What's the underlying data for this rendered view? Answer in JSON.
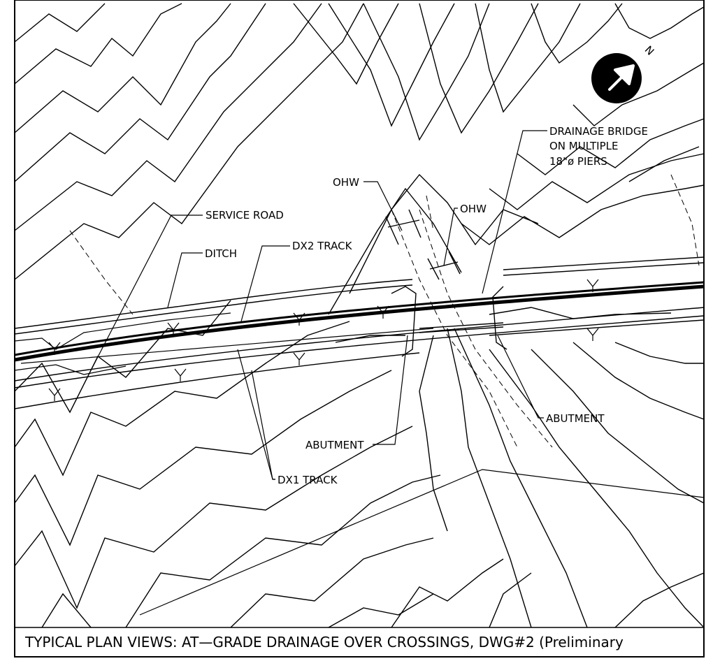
{
  "labels": {
    "ohw_left": "OHW",
    "ohw_right": "OHW",
    "service_road": "SERVICE ROAD",
    "ditch": "DITCH",
    "dx2_track": "DX2 TRACK",
    "dx1_track": "DX1 TRACK",
    "abutment_left": "ABUTMENT",
    "abutment_right": "ABUTMENT",
    "drainage_bridge_line1": "DRAINAGE BRIDGE",
    "drainage_bridge_line2": "ON MULTIPLE",
    "drainage_bridge_line3": "18\"ø PIERS",
    "north": "N"
  },
  "title": "TYPICAL PLAN VIEWS: AT—GRADE DRAINAGE OVER CROSSINGS, DWG#2 (Preliminary"
}
